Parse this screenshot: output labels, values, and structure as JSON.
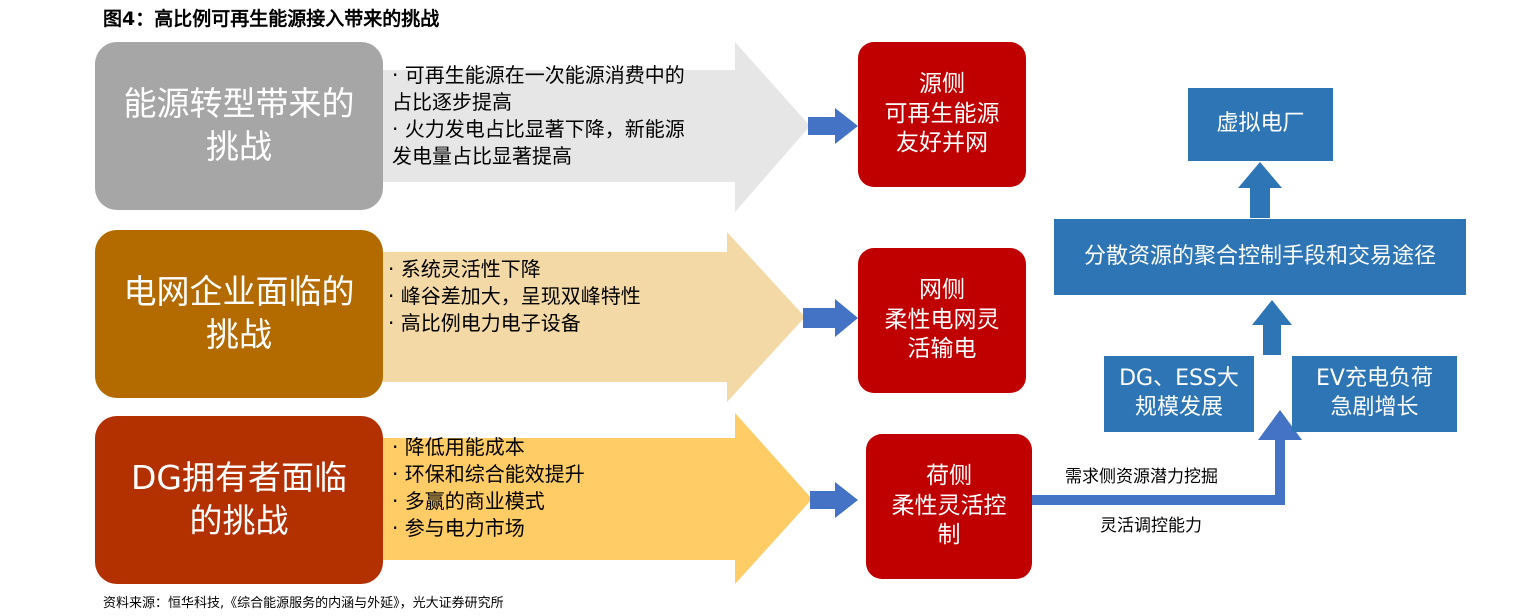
{
  "title": "图4：高比例可再生能源接入带来的挑战",
  "source": "资料来源：恒华科技,《综合能源服务的内涵与外延》，光大证券研究所",
  "rows": [
    {
      "challenge": "能源转型带来的\n挑战",
      "bullets": [
        "· 可再生能源在一次能源消费中的\n  占比逐步提高",
        "· 火力发电占比显著下降，新能源\n  发电量占比显著提高"
      ],
      "result": "源侧\n可再生能源\n友好并网"
    },
    {
      "challenge": "电网企业面临的\n挑战",
      "bullets": [
        "· 系统灵活性下降",
        "· 峰谷差加大，呈现双峰特性",
        "· 高比例电力电子设备"
      ],
      "result": "网侧\n柔性电网灵\n活输电"
    },
    {
      "challenge": "DG拥有者面临\n的挑战",
      "bullets": [
        "· 降低用能成本",
        "· 环保和综合能效提升",
        "· 多赢的商业模式",
        "· 参与电力市场"
      ],
      "result": "荷侧\n柔性灵活控\n制"
    }
  ],
  "right": {
    "virtual_plant": "虚拟电厂",
    "aggregation": "分散资源的聚合控制手段和交易途径",
    "dg_ess": "DG、ESS大\n规模发展",
    "ev": "EV充电负荷\n急剧增长",
    "demand_label": "需求侧资源潜力挖掘",
    "flex_label": "灵活调控能力"
  },
  "colors": {
    "row1_box": "#a6a6a6",
    "row1_arrow": "#e6e6e6",
    "row2_box": "#b36b00",
    "row2_arrow": "#f2d9a6",
    "row3_box": "#b33000",
    "row3_arrow": "#ffcc66",
    "red": "#c00000",
    "blue": "#2e75b6",
    "connector": "#4472c4"
  }
}
